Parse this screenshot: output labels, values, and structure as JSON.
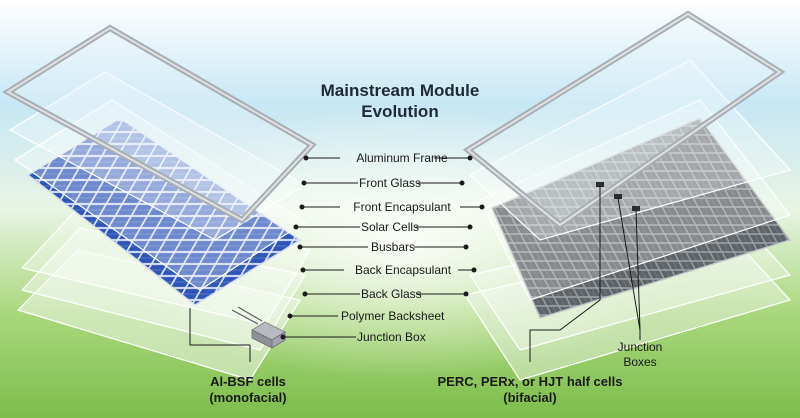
{
  "diagram": {
    "title_line1": "Mainstream Module",
    "title_line2": "Evolution",
    "layers": [
      "Aluminum Frame",
      "Front Glass",
      "Front Encapsulant",
      "Solar Cells",
      "Busbars",
      "Back Encapsulant",
      "Back Glass",
      "Polymer Backsheet",
      "Junction Box"
    ],
    "left_caption_line1": "Al-BSF cells",
    "left_caption_line2": "(monofacial)",
    "right_caption_line1": "PERC, PERx, or HJT half cells",
    "right_caption_line2": "(bifacial)",
    "junction_boxes_line1": "Junction",
    "junction_boxes_line2": "Boxes"
  },
  "colors": {
    "sky": "#9ed4ee",
    "grass": "#8ec95a",
    "blue_cells": "#2f55b8",
    "gray_cells": "#5f6468",
    "frame": "#b8bcc0"
  }
}
